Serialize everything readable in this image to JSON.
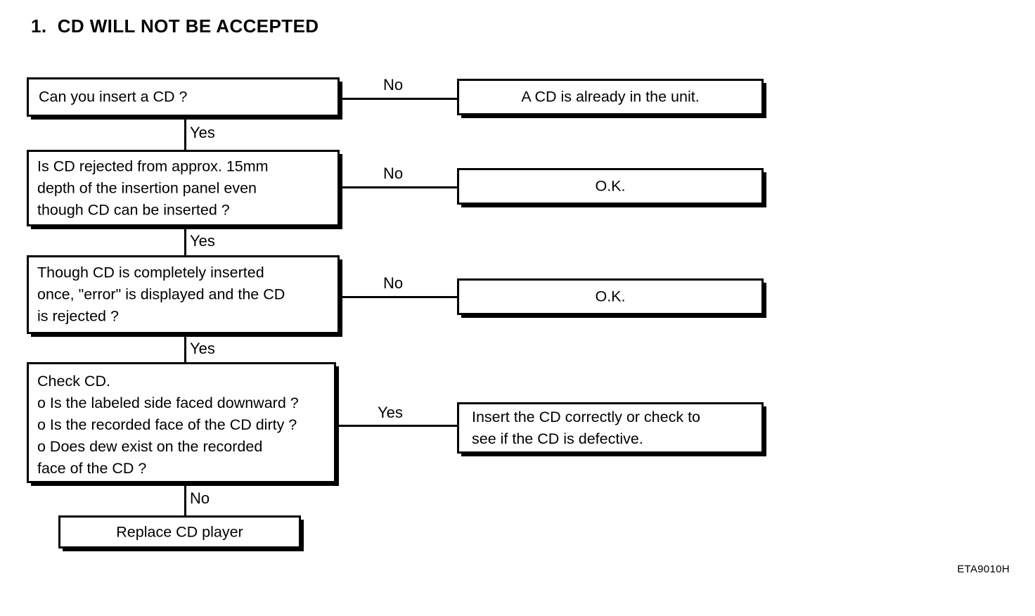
{
  "page": {
    "title": "1.  CD WILL NOT BE ACCEPTED",
    "footer_code": "ETA9010H",
    "ink_color": "#000000",
    "background_color": "#ffffff"
  },
  "flowchart": {
    "type": "decision-tree",
    "nodes": [
      {
        "id": "q1",
        "role": "decision",
        "text": "Can you insert a CD ?"
      },
      {
        "id": "a1",
        "role": "outcome",
        "text": "A CD is already in the unit."
      },
      {
        "id": "q2",
        "role": "decision",
        "text": "Is CD rejected from approx. 15mm\ndepth of the insertion panel even\nthough CD can be inserted ?"
      },
      {
        "id": "a2",
        "role": "outcome",
        "text": "O.K."
      },
      {
        "id": "q3",
        "role": "decision",
        "text": "Though CD is completely inserted\nonce, \"error\" is displayed and the CD\nis rejected ?"
      },
      {
        "id": "a3",
        "role": "outcome",
        "text": "O.K."
      },
      {
        "id": "q4",
        "role": "decision",
        "text": "Check CD.\no Is the labeled side faced downward ?\no Is the recorded face of the CD dirty ?\no Does dew exist on the recorded\n    face of the CD ?"
      },
      {
        "id": "a4",
        "role": "outcome",
        "text": "Insert the CD correctly or check to\nsee if the CD is defective."
      },
      {
        "id": "a5",
        "role": "outcome",
        "text": "Replace CD player"
      }
    ],
    "edges": [
      {
        "id": "e1",
        "from": "q1",
        "to": "a1",
        "label": "No"
      },
      {
        "id": "e2",
        "from": "q1",
        "to": "q2",
        "label": "Yes"
      },
      {
        "id": "e3",
        "from": "q2",
        "to": "a2",
        "label": "No"
      },
      {
        "id": "e4",
        "from": "q2",
        "to": "q3",
        "label": "Yes"
      },
      {
        "id": "e5",
        "from": "q3",
        "to": "a3",
        "label": "No"
      },
      {
        "id": "e6",
        "from": "q3",
        "to": "q4",
        "label": "Yes"
      },
      {
        "id": "e7",
        "from": "q4",
        "to": "a4",
        "label": "Yes"
      },
      {
        "id": "e8",
        "from": "q4",
        "to": "a5",
        "label": "No"
      }
    ]
  }
}
